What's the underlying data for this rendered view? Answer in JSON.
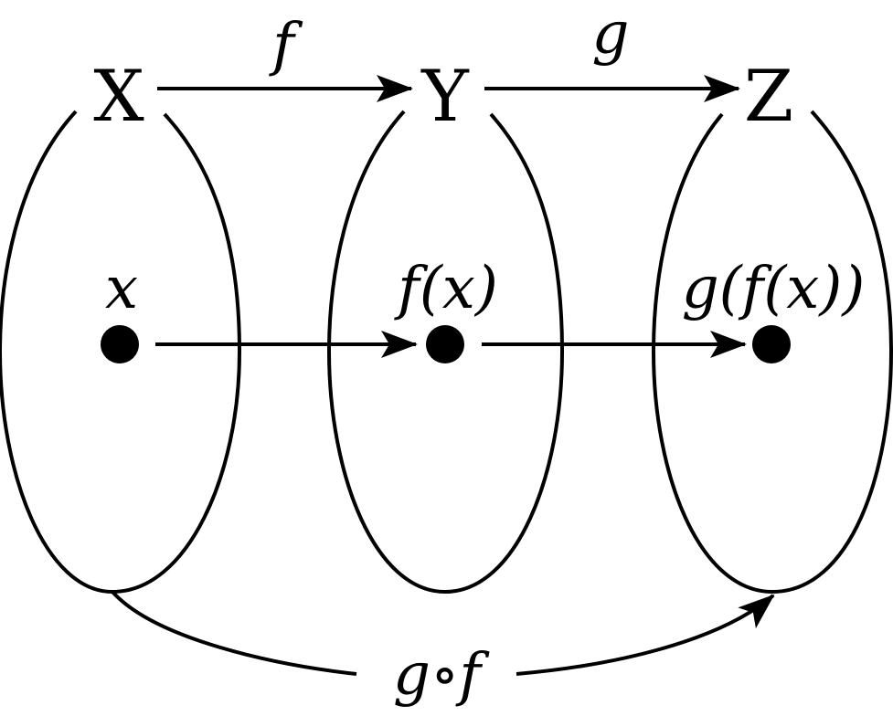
{
  "sets": [
    {
      "name": "X"
    },
    {
      "name": "Y"
    },
    {
      "name": "Z"
    }
  ],
  "points": [
    {
      "label": "x"
    },
    {
      "label": "f(x)"
    },
    {
      "label": "g(f(x))"
    }
  ],
  "maps": {
    "f": "f",
    "g": "g",
    "composition": "g∘f"
  },
  "colors": {
    "ink": "#000000",
    "background": "#ffffff"
  }
}
